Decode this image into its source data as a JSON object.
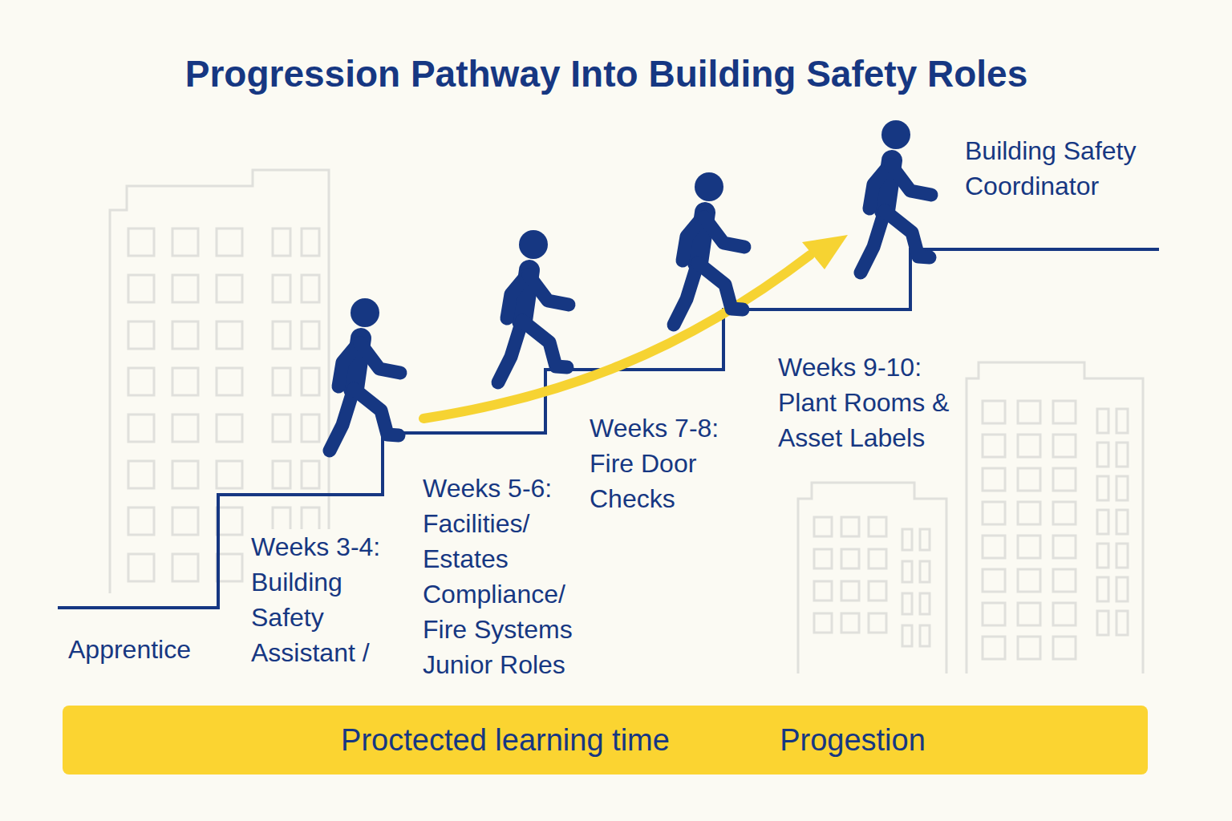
{
  "diagram": {
    "title": "Progression Pathway Into Building Safety Roles",
    "nodes": [
      {
        "text": [
          "Proctected learning time",
          "Progestion"
        ]
      }
    ],
    "labels": [
      "Apprentice",
      "Weeks 3-4: Building Safety Assistant /",
      "Weeks 5-6: Facilities/ Estates Compliance/ Fire Systems Junior Roles",
      "Weeks 7-8: Fire Door Checks",
      "Weeks 9-10: Plant Rooms & Asset Labels",
      "Building Safety Coordinator"
    ]
  }
}
